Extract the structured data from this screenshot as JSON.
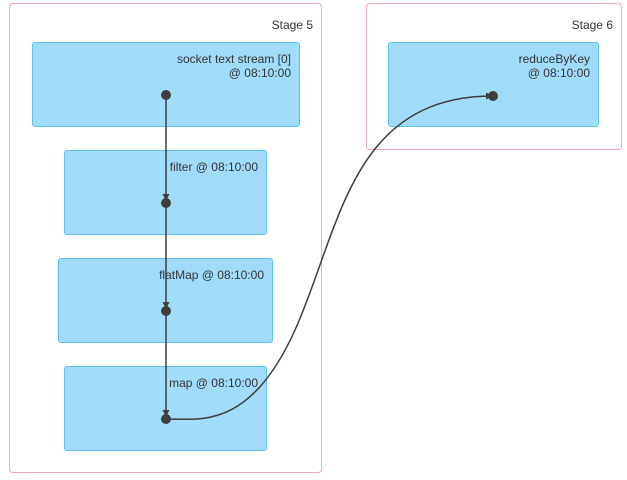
{
  "colors": {
    "stage_border": "#f0a8c0",
    "node_fill": "#a0dcfc",
    "node_border": "#5ec0ee",
    "edge": "#3d3d3d",
    "text": "#333333"
  },
  "stages": [
    {
      "label": "Stage 5",
      "nodes": [
        {
          "line1": "socket text stream [0]",
          "line2": "@ 08:10:00"
        },
        {
          "line1": "filter @ 08:10:00",
          "line2": ""
        },
        {
          "line1": "flatMap @ 08:10:00",
          "line2": ""
        },
        {
          "line1": "map @ 08:10:00",
          "line2": ""
        }
      ]
    },
    {
      "label": "Stage 6",
      "nodes": [
        {
          "line1": "reduceByKey",
          "line2": "@ 08:10:00"
        }
      ]
    }
  ]
}
